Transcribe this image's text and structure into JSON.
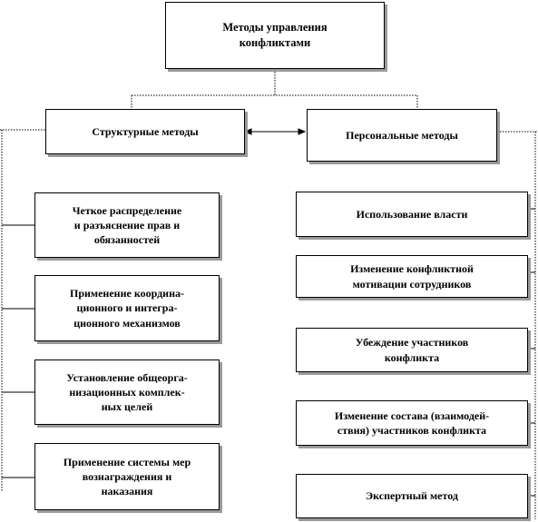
{
  "root": {
    "label": "Методы управления\nконфликтами"
  },
  "branches": {
    "structural": {
      "label": "Структурные методы",
      "items": [
        "Четкое распределение\nи разъяснение прав и\nобязанностей",
        "Применение координа-\nционного и интегра-\nционного механизмов",
        "Установление общеорга-\nнизационных комплек-\nных целей",
        "Применение системы мер\nвознаграждения и\nнаказания"
      ]
    },
    "personal": {
      "label": "Персональные методы",
      "items": [
        "Использование власти",
        "Изменение конфликтной\nмотивации сотрудников",
        "Убеждение  участников\nконфликта",
        "Изменение состава (взаимодей-\nствия) участников конфликта",
        "Экспертный метод"
      ]
    }
  }
}
